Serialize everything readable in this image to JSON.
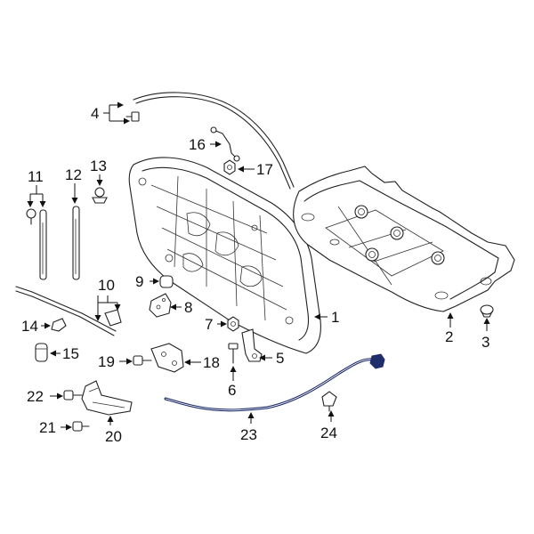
{
  "callouts": [
    {
      "id": "1",
      "text": "1"
    },
    {
      "id": "2",
      "text": "2"
    },
    {
      "id": "3",
      "text": "3"
    },
    {
      "id": "4",
      "text": "4"
    },
    {
      "id": "5",
      "text": "5"
    },
    {
      "id": "6",
      "text": "6"
    },
    {
      "id": "7",
      "text": "7"
    },
    {
      "id": "8",
      "text": "8"
    },
    {
      "id": "9",
      "text": "9"
    },
    {
      "id": "10",
      "text": "10"
    },
    {
      "id": "11",
      "text": "11"
    },
    {
      "id": "12",
      "text": "12"
    },
    {
      "id": "13",
      "text": "13"
    },
    {
      "id": "14",
      "text": "14"
    },
    {
      "id": "15",
      "text": "15"
    },
    {
      "id": "16",
      "text": "16"
    },
    {
      "id": "17",
      "text": "17"
    },
    {
      "id": "18",
      "text": "18"
    },
    {
      "id": "19",
      "text": "19"
    },
    {
      "id": "20",
      "text": "20"
    },
    {
      "id": "21",
      "text": "21"
    },
    {
      "id": "22",
      "text": "22"
    },
    {
      "id": "23",
      "text": "23"
    },
    {
      "id": "24",
      "text": "24"
    }
  ],
  "colors": {
    "highlight_part": "#1f2d6b",
    "line": "#222222",
    "background": "#ffffff"
  }
}
